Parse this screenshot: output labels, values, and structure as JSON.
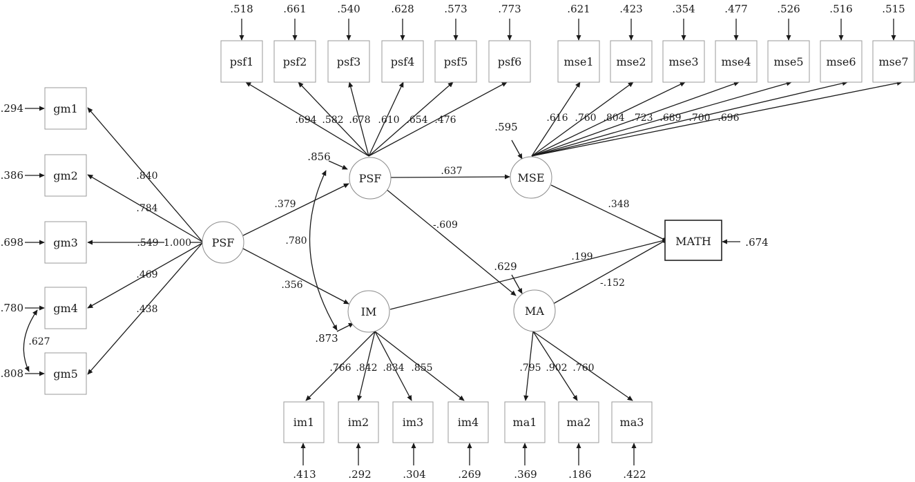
{
  "colors": {
    "line": "#1a1a1a",
    "box_border": "#9a9a9a",
    "circle_border": "#8a8a8a",
    "background": "#ffffff"
  },
  "diagram": {
    "observed": {
      "psf1": "psf1",
      "psf2": "psf2",
      "psf3": "psf3",
      "psf4": "psf4",
      "psf5": "psf5",
      "psf6": "psf6",
      "mse1": "mse1",
      "mse2": "mse2",
      "mse3": "mse3",
      "mse4": "mse4",
      "mse5": "mse5",
      "mse6": "mse6",
      "mse7": "mse7",
      "gm1": "gm1",
      "gm2": "gm2",
      "gm3": "gm3",
      "gm4": "gm4",
      "gm5": "gm5",
      "im1": "im1",
      "im2": "im2",
      "im3": "im3",
      "im4": "im4",
      "ma1": "ma1",
      "ma2": "ma2",
      "ma3": "ma3",
      "math": "MATH"
    },
    "latent": {
      "psf_second_order": "PSF",
      "psf": "PSF",
      "im": "IM",
      "mse": "MSE",
      "ma": "MA"
    },
    "error_psf": [
      ".518",
      ".661",
      ".540",
      ".628",
      ".573",
      ".773"
    ],
    "error_mse": [
      ".621",
      ".423",
      ".354",
      ".477",
      ".526",
      ".516",
      ".515"
    ],
    "error_gm": [
      ".294",
      ".386",
      ".698",
      ".780",
      ".808"
    ],
    "error_im": [
      ".413",
      ".292",
      ".304",
      ".269"
    ],
    "error_ma": [
      ".369",
      ".186",
      ".422"
    ],
    "error_math": ".674",
    "disturbance": {
      "psf": ".856",
      "im": ".873",
      "mse": ".595",
      "ma": ".629"
    },
    "loading_psf": [
      ".694",
      ".582",
      ".678",
      ".610",
      ".654",
      ".476"
    ],
    "loading_mse": [
      ".616",
      ".760",
      ".804",
      ".723",
      ".689",
      ".700",
      ".696"
    ],
    "loading_gm": [
      ".840",
      ".784",
      ".549",
      ".469",
      ".438"
    ],
    "loading_gm_fixed": "1.000",
    "loading_im": [
      ".766",
      ".842",
      ".834",
      ".855"
    ],
    "loading_ma": [
      ".795",
      ".902",
      ".760"
    ],
    "paths": {
      "psf2nd_psf": ".379",
      "psf2nd_im": ".356",
      "psf_mse": ".637",
      "psf_ma": "-.609",
      "mse_math": ".348",
      "im_math": ".199",
      "ma_math": "-.152",
      "cov_psf_im": ".780",
      "cov_gm4_gm5": ".627"
    }
  }
}
